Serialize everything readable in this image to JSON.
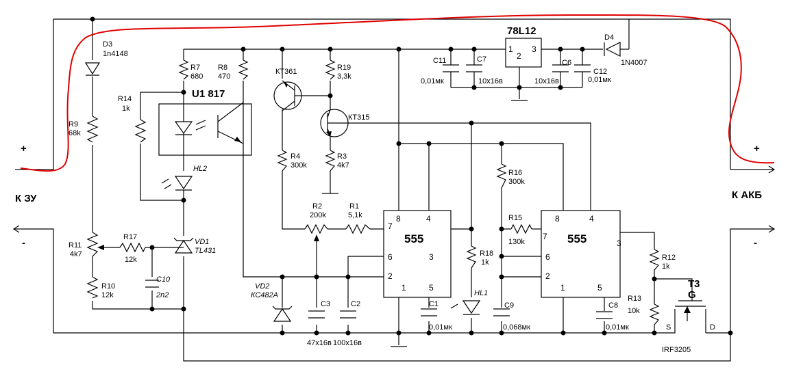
{
  "colors": {
    "wire": "#000000",
    "annotation": "#e00000",
    "background": "#ffffff"
  },
  "terminals": {
    "charger_label": "К ЗУ",
    "battery_label": "К АКБ",
    "plus": "+",
    "minus": "-"
  },
  "components": [
    {
      "id": "d3_name",
      "text": "D3"
    },
    {
      "id": "d3_val",
      "text": "1n4148"
    },
    {
      "id": "r14_name",
      "text": "R14"
    },
    {
      "id": "r14_val",
      "text": "1k"
    },
    {
      "id": "r9_name",
      "text": "R9"
    },
    {
      "id": "r9_val",
      "text": "68k"
    },
    {
      "id": "r7_name",
      "text": "R7"
    },
    {
      "id": "r7_val",
      "text": "680"
    },
    {
      "id": "r8_name",
      "text": "R8"
    },
    {
      "id": "r8_val",
      "text": "470"
    },
    {
      "id": "u1",
      "text": "U1 817"
    },
    {
      "id": "hl2",
      "text": "HL2"
    },
    {
      "id": "r11_name",
      "text": "R11"
    },
    {
      "id": "r11_val",
      "text": "4k7"
    },
    {
      "id": "r17_name",
      "text": "R17"
    },
    {
      "id": "r17_val",
      "text": "12k"
    },
    {
      "id": "vd1_name",
      "text": "VD1"
    },
    {
      "id": "vd1_val",
      "text": "TL431"
    },
    {
      "id": "r10_name",
      "text": "R10"
    },
    {
      "id": "r10_val",
      "text": "12k"
    },
    {
      "id": "c10_name",
      "text": "C10"
    },
    {
      "id": "c10_val",
      "text": "2n2"
    },
    {
      "id": "vd2_name",
      "text": "VD2"
    },
    {
      "id": "vd2_val",
      "text": "КС482А"
    },
    {
      "id": "kt361",
      "text": "КТ361"
    },
    {
      "id": "r19_name",
      "text": "R19"
    },
    {
      "id": "r19_val",
      "text": "3,3k"
    },
    {
      "id": "kt315",
      "text": "КТ315"
    },
    {
      "id": "r4_name",
      "text": "R4"
    },
    {
      "id": "r4_val",
      "text": "300k"
    },
    {
      "id": "r3_name",
      "text": "R3"
    },
    {
      "id": "r3_val",
      "text": "4k7"
    },
    {
      "id": "r2_name",
      "text": "R2"
    },
    {
      "id": "r2_val",
      "text": "200k"
    },
    {
      "id": "r1_name",
      "text": "R1"
    },
    {
      "id": "r1_val",
      "text": "5,1k"
    },
    {
      "id": "c3_name",
      "text": "C3"
    },
    {
      "id": "c3_val",
      "text": "47x16в"
    },
    {
      "id": "c2_name",
      "text": "C2"
    },
    {
      "id": "c2_val",
      "text": "100x16в"
    },
    {
      "id": "reg",
      "text": "78L12"
    },
    {
      "id": "c11_name",
      "text": "C11"
    },
    {
      "id": "c11_val",
      "text": "0,01мк"
    },
    {
      "id": "c7_name",
      "text": "C7"
    },
    {
      "id": "c7_val",
      "text": "10x16в"
    },
    {
      "id": "c6_name",
      "text": "C6"
    },
    {
      "id": "c6_val",
      "text": "10x16в"
    },
    {
      "id": "c12_name",
      "text": "C12"
    },
    {
      "id": "c12_val",
      "text": "0,01мк"
    },
    {
      "id": "d4_name",
      "text": "D4"
    },
    {
      "id": "d4_val",
      "text": "1N4007"
    },
    {
      "id": "c1_name",
      "text": "C1"
    },
    {
      "id": "c1_val",
      "text": "0,01мк"
    },
    {
      "id": "r18_name",
      "text": "R18"
    },
    {
      "id": "r18_val",
      "text": "1k"
    },
    {
      "id": "hl1",
      "text": "HL1"
    },
    {
      "id": "r16_name",
      "text": "R16"
    },
    {
      "id": "r16_val",
      "text": "300k"
    },
    {
      "id": "r15_name",
      "text": "R15"
    },
    {
      "id": "r15_val",
      "text": "130k"
    },
    {
      "id": "c9_name",
      "text": "C9"
    },
    {
      "id": "c9_val",
      "text": "0,068мк"
    },
    {
      "id": "c8_name",
      "text": "C8"
    },
    {
      "id": "c8_val",
      "text": "0,01мк"
    },
    {
      "id": "r12_name",
      "text": "R12"
    },
    {
      "id": "r12_val",
      "text": "1k"
    },
    {
      "id": "r13_name",
      "text": "R13"
    },
    {
      "id": "r13_val",
      "text": "10k"
    },
    {
      "id": "t3_name",
      "text": "T3"
    },
    {
      "id": "t3_g",
      "text": "G"
    },
    {
      "id": "t3_s",
      "text": "S"
    },
    {
      "id": "t3_d",
      "text": "D"
    },
    {
      "id": "t3_val",
      "text": "IRF3205"
    }
  ],
  "timers": [
    {
      "id": "u_left",
      "name": "555",
      "pins": [
        "8",
        "4",
        "7",
        "6",
        "2",
        "1",
        "5",
        "3"
      ]
    },
    {
      "id": "u_right",
      "name": "555",
      "pins": [
        "8",
        "4",
        "7",
        "6",
        "2",
        "1",
        "5",
        "3"
      ]
    }
  ],
  "regulator_pins": [
    "1",
    "2",
    "3"
  ]
}
